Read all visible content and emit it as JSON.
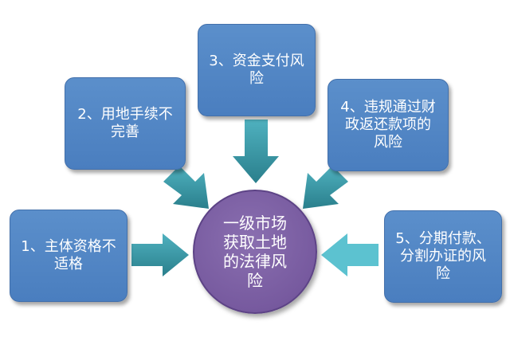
{
  "center": {
    "lines": [
      "一级市场",
      "获取土地",
      "的法律风",
      "险"
    ]
  },
  "boxes": [
    {
      "lines": [
        "1、主体资格不",
        "适格"
      ]
    },
    {
      "lines": [
        "2、用地手续不",
        "完善"
      ]
    },
    {
      "lines": [
        "3、资金支付风",
        "险"
      ]
    },
    {
      "lines": [
        "4、违规通过财",
        "政返还款项的",
        "风险"
      ]
    },
    {
      "lines": [
        "5、分期付款、",
        "分割办证的风",
        "险"
      ]
    }
  ],
  "colors": {
    "box_fill": "#4f84c4",
    "center_fill": "#7a5fa3",
    "arrow_fill": "#2f8a96",
    "arrow_light": "#4fb1bf"
  }
}
